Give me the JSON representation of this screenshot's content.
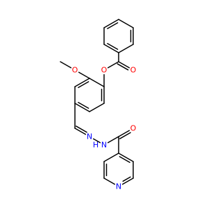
{
  "molecule": {
    "colors": {
      "bond": "#000000",
      "O": "#ff0000",
      "N": "#0000ff",
      "background": "#ffffff"
    },
    "atom_labels": {
      "ester_carbonyl_O": "O",
      "ester_O": "O",
      "methoxy_O": "O",
      "imine_N": "N",
      "hydrazide_N": "N",
      "amide_H": "H",
      "amide_O": "O",
      "pyridine_N": "N"
    }
  }
}
